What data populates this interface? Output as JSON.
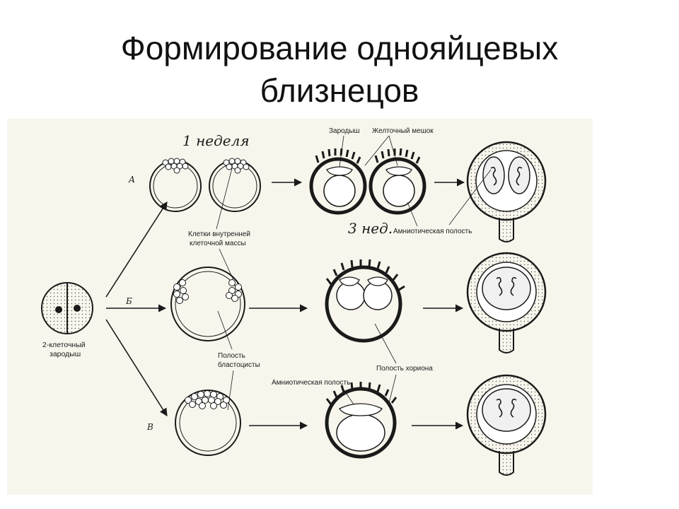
{
  "title_line1": "Формирование однояйцевых",
  "title_line2": "близнецов",
  "labels": {
    "two_cell_line1": "2-клеточный",
    "two_cell_line2": "зародыш",
    "row_a": "А",
    "row_b": "Б",
    "row_v": "В",
    "week1": "1 неделя",
    "week3": "3 нед.",
    "embryo": "Зародыш",
    "yolk_sac": "Желточный мешок",
    "icm_line1": "Клетки внутренней",
    "icm_line2": "клеточной массы",
    "amniotic_cavity_top": "Амниотическая полость",
    "blastocyst_line1": "Полость",
    "blastocyst_line2": "бластоцисты",
    "chorion_cavity": "Полость хориона",
    "amniotic_cavity_bottom": "Амниотическая полость"
  },
  "colors": {
    "ink": "#1a1a1a",
    "paper": "#f7f5ec",
    "shade": "#cfcfcf"
  }
}
